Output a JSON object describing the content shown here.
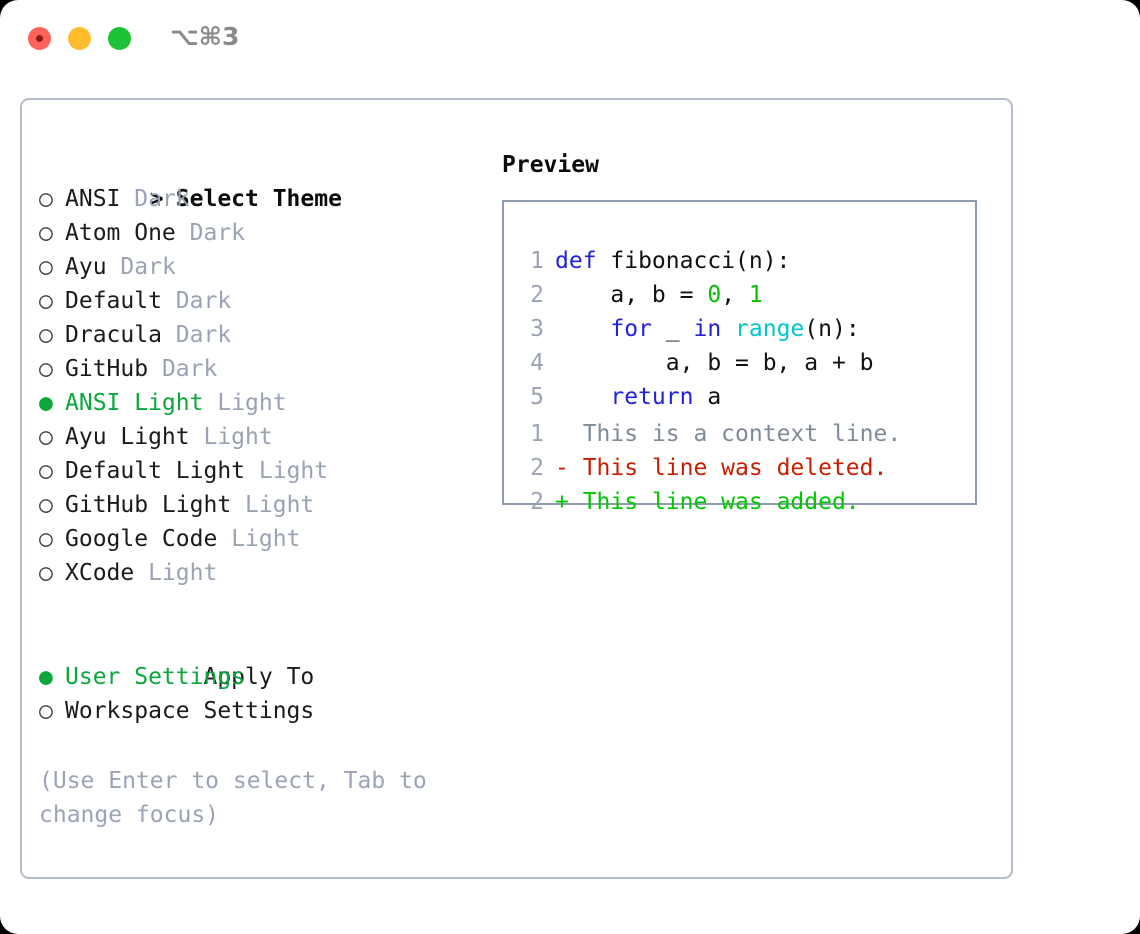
{
  "window": {
    "titlebar": {
      "shortcut": "⌥⌘3",
      "buttons": [
        {
          "name": "close",
          "color": "#ff6259"
        },
        {
          "name": "minimize",
          "color": "#ffbd2e"
        },
        {
          "name": "maximize",
          "color": "#1ec236"
        }
      ]
    }
  },
  "colors": {
    "accent_green": "#0ba63c",
    "muted": "#99a3b3",
    "help_text": "#9aa4b5",
    "border_card": "#b4bccb",
    "border_preview": "#8f9bae",
    "keyword": "#2222dd",
    "number": "#00c000",
    "function": "#00c8c8",
    "diff_deleted": "#c81e00",
    "diff_added": "#00c800",
    "diff_context": "#808b99"
  },
  "theme_list": {
    "header": {
      "marker": ">",
      "label": "Select Theme"
    },
    "items": [
      {
        "marker": "○",
        "label": "ANSI",
        "variant": "Dark",
        "selected": false
      },
      {
        "marker": "○",
        "label": "Atom One",
        "variant": "Dark",
        "selected": false
      },
      {
        "marker": "○",
        "label": "Ayu",
        "variant": "Dark",
        "selected": false
      },
      {
        "marker": "○",
        "label": "Default",
        "variant": "Dark",
        "selected": false
      },
      {
        "marker": "○",
        "label": "Dracula",
        "variant": "Dark",
        "selected": false
      },
      {
        "marker": "○",
        "label": "GitHub",
        "variant": "Dark",
        "selected": false
      },
      {
        "marker": "●",
        "label": "ANSI Light",
        "variant": "Light",
        "selected": true
      },
      {
        "marker": "○",
        "label": "Ayu Light",
        "variant": "Light",
        "selected": false
      },
      {
        "marker": "○",
        "label": "Default Light",
        "variant": "Light",
        "selected": false
      },
      {
        "marker": "○",
        "label": "GitHub Light",
        "variant": "Light",
        "selected": false
      },
      {
        "marker": "○",
        "label": "Google Code",
        "variant": "Light",
        "selected": false
      },
      {
        "marker": "○",
        "label": "XCode",
        "variant": "Light",
        "selected": false
      }
    ]
  },
  "apply_to": {
    "header": "Apply To",
    "items": [
      {
        "marker": "●",
        "label": "User Settings",
        "selected": true
      },
      {
        "marker": "○",
        "label": "Workspace Settings",
        "selected": false
      }
    ]
  },
  "help_text": "(Use Enter to select, Tab to change focus)",
  "preview": {
    "title": "Preview",
    "code_lines": [
      {
        "num": "1",
        "tokens": [
          {
            "t": "def ",
            "c": "kw"
          },
          {
            "t": "fibonacci(n):",
            "c": "id"
          }
        ]
      },
      {
        "num": "2",
        "tokens": [
          {
            "t": "    a, b = ",
            "c": "id"
          },
          {
            "t": "0",
            "c": "num"
          },
          {
            "t": ", ",
            "c": "id"
          },
          {
            "t": "1",
            "c": "num"
          }
        ]
      },
      {
        "num": "3",
        "tokens": [
          {
            "t": "    ",
            "c": "id"
          },
          {
            "t": "for",
            "c": "kw"
          },
          {
            "t": " _ ",
            "c": "id"
          },
          {
            "t": "in",
            "c": "kw"
          },
          {
            "t": " ",
            "c": "id"
          },
          {
            "t": "range",
            "c": "fn"
          },
          {
            "t": "(n):",
            "c": "id"
          }
        ]
      },
      {
        "num": "4",
        "tokens": [
          {
            "t": "        a, b = b, a + b",
            "c": "id"
          }
        ]
      },
      {
        "num": "5",
        "tokens": [
          {
            "t": "    ",
            "c": "id"
          },
          {
            "t": "return",
            "c": "kw"
          },
          {
            "t": " a",
            "c": "id"
          }
        ]
      }
    ],
    "diff_lines": [
      {
        "num": "1",
        "sign": " ",
        "text": "This is a context line.",
        "kind": "diff-ctx"
      },
      {
        "num": "2",
        "sign": "-",
        "text": "This line was deleted.",
        "kind": "diff-del"
      },
      {
        "num": "2",
        "sign": "+",
        "text": "This line was added.",
        "kind": "diff-add"
      }
    ]
  }
}
